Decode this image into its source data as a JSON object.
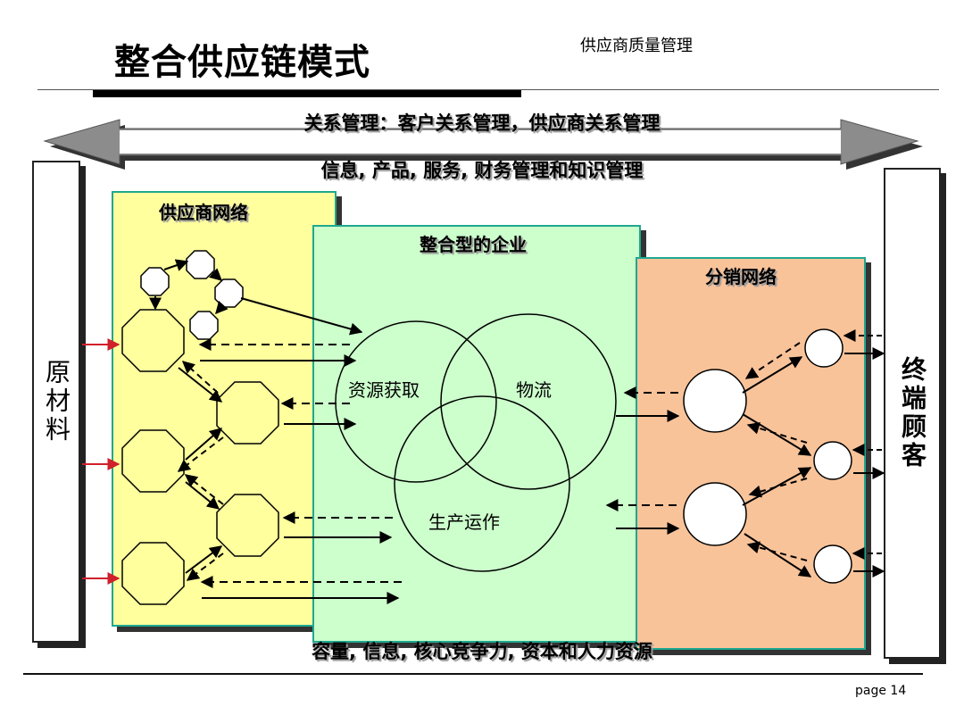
{
  "header": {
    "title": "整合供应链模式",
    "subtitle": "供应商质量管理"
  },
  "arrow": {
    "top_label": "关系管理：客户关系管理，供应商关系管理",
    "bottom_label": "信息, 产品, 服务, 财务管理和知识管理"
  },
  "left_box": {
    "label": "原材料"
  },
  "right_box": {
    "label": "终端顾客"
  },
  "panels": {
    "supplier": "供应商网络",
    "enterprise": "整合型的企业",
    "distribution": "分销网络"
  },
  "venn": {
    "sourcing": "资源获取",
    "logistics": "物流",
    "production": "生产运作"
  },
  "bottom_label": "容量, 信息, 核心竞争力, 资本和人力资源",
  "footer": {
    "page": "page 14"
  },
  "colors": {
    "supplier_fill": "#ffff9e",
    "enterprise_fill": "#ccffcc",
    "distribution_fill": "#f9c39a",
    "panel_border": "#1fa88f",
    "input_arrow": "#d0202a",
    "band_arrow": "#8c8c8c"
  }
}
